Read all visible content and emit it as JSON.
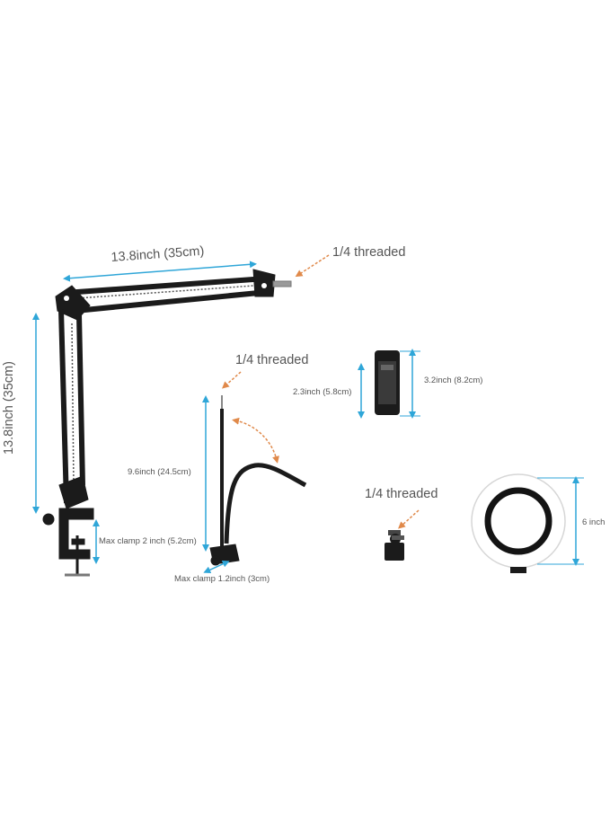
{
  "colors": {
    "dimension": "#2fa6d8",
    "callout": "#e0894a",
    "metal": "#1b1b1b",
    "label": "#555555"
  },
  "labels": {
    "arm_width": "13.8inch (35cm)",
    "arm_height": "13.8inch (35cm)",
    "arm_thread": "1/4 threaded",
    "arm_clamp": "Max clamp 2 inch (5.2cm)",
    "gooseneck_thread": "1/4 threaded",
    "gooseneck_height": "9.6inch (24.5cm)",
    "gooseneck_clamp": "Max clamp 1.2inch (3cm)",
    "phone_inner": "2.3inch (5.8cm)",
    "phone_outer": "3.2inch (8.2cm)",
    "ballhead_thread": "1/4 threaded",
    "ring_size": "6 inch"
  }
}
